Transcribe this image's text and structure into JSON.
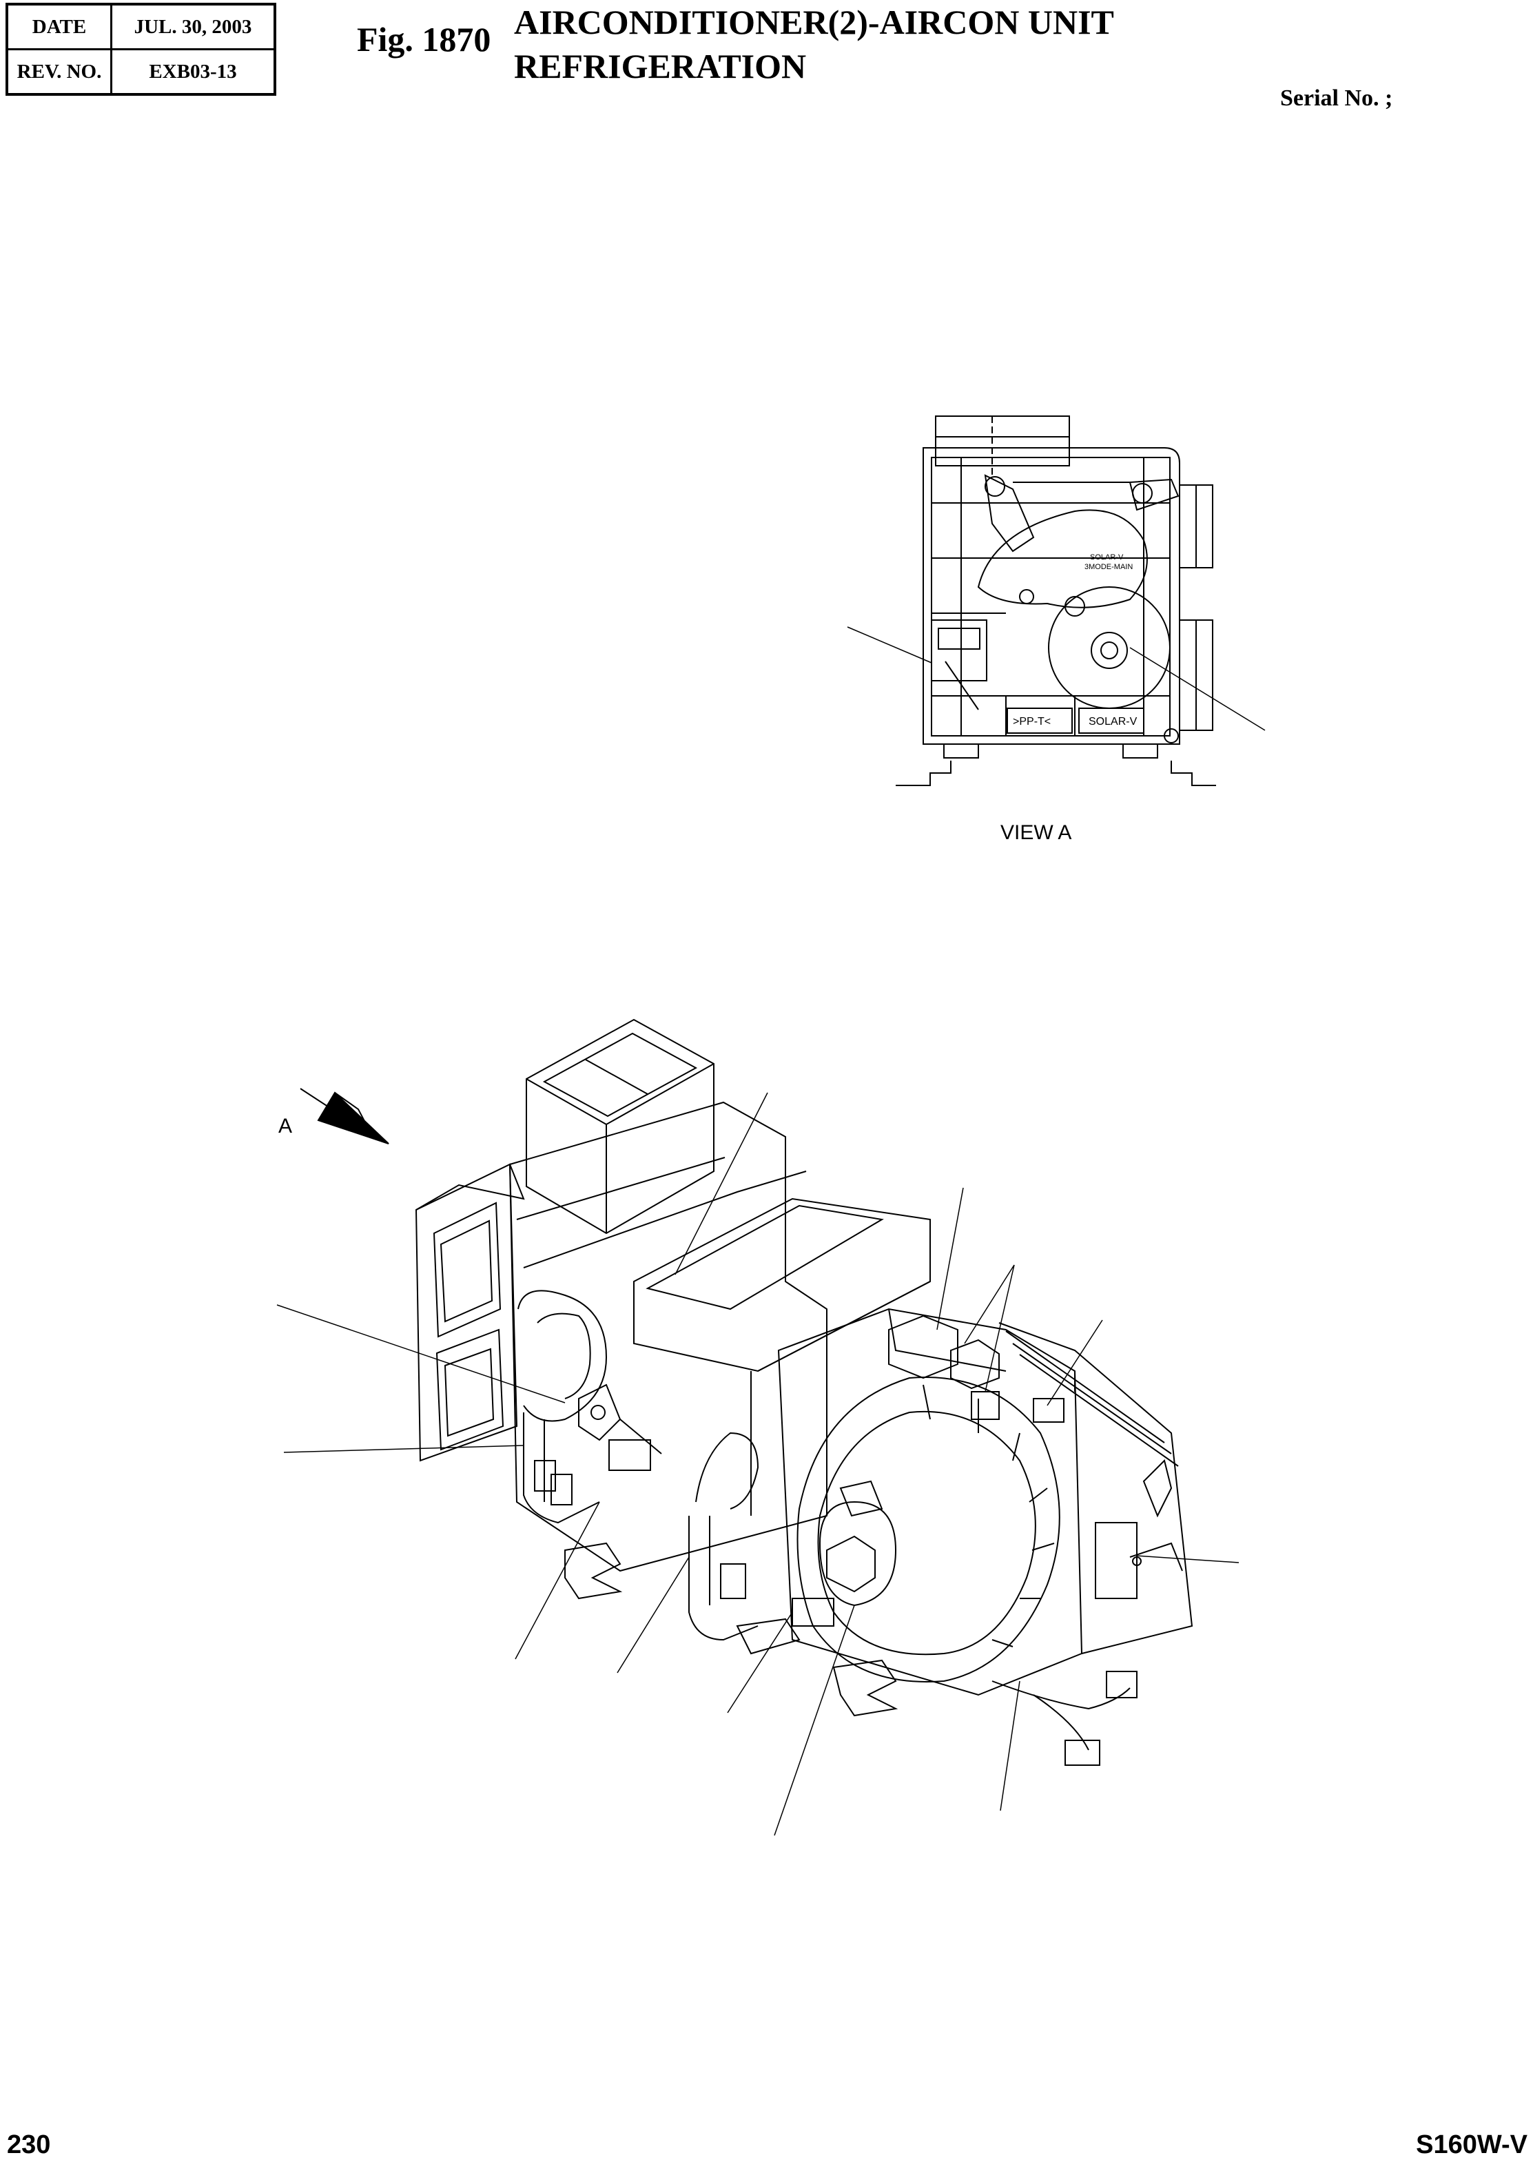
{
  "header": {
    "date_label": "DATE",
    "date_value": "JUL. 30, 2003",
    "rev_label": "REV. NO.",
    "rev_value": "EXB03-13",
    "fig_number": "Fig. 1870",
    "title_line1": "AIRCONDITIONER(2)-AIRCON UNIT",
    "title_line2": "REFRIGERATION",
    "serial": "Serial No. ;"
  },
  "view_a": {
    "caption": "VIEW    A",
    "damper_label_1": "SOLAR-V",
    "damper_label_2": "3MODE-MAIN",
    "panel_label_left": ">PP-T<",
    "panel_label_right": "SOLAR-V"
  },
  "main_drawing": {
    "direction_label": "A"
  },
  "footer": {
    "page_number": "230",
    "model": "S160W-V"
  }
}
